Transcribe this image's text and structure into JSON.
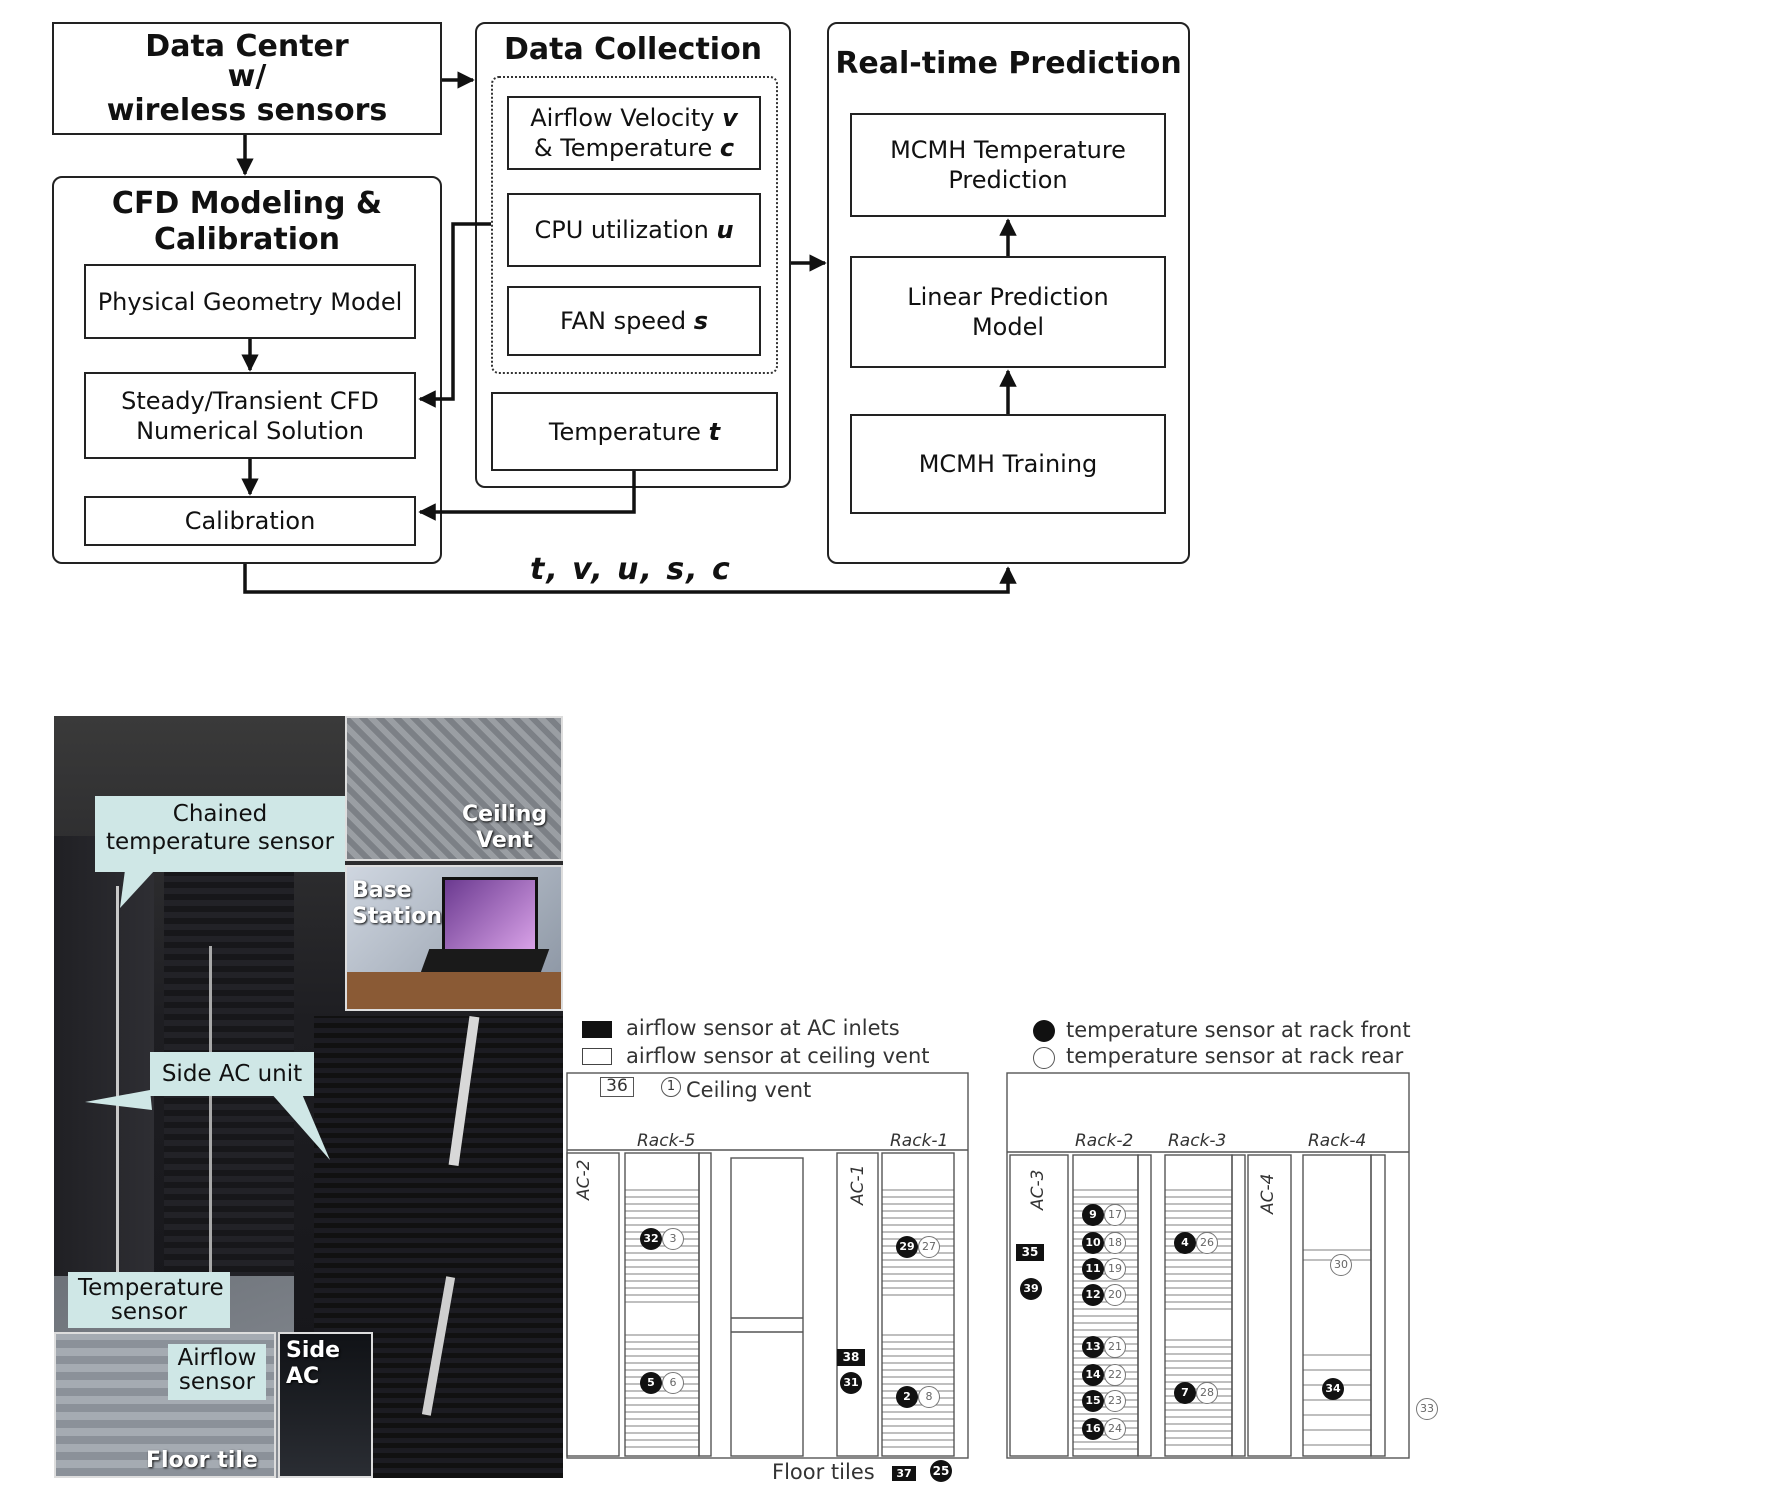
{
  "flow": {
    "data_center": {
      "line1": "Data Center",
      "line2": "w/",
      "line3": "wireless sensors"
    },
    "cfd": {
      "title_line1": "CFD Modeling &",
      "title_line2": "Calibration",
      "physical": "Physical Geometry Model",
      "steady_line1": "Steady/Transient CFD",
      "steady_line2": "Numerical Solution",
      "calibration": "Calibration"
    },
    "collection": {
      "title": "Data Collection",
      "airflow_line1": "Airflow Velocity",
      "airflow_var1": "v",
      "airflow_line2": "& Temperature",
      "airflow_var2": "c",
      "cpu_text": "CPU utilization",
      "cpu_var": "u",
      "fan_text": "FAN speed",
      "fan_var": "s",
      "temp_text": "Temperature",
      "temp_var": "t"
    },
    "prediction": {
      "title": "Real-time Prediction",
      "mcmh_pred_line1": "MCMH Temperature",
      "mcmh_pred_line2": "Prediction",
      "linear_line1": "Linear Prediction",
      "linear_line2": "Model",
      "training": "MCMH Training"
    },
    "bottom_label": "t, v, u, s, c"
  },
  "photos": {
    "chained_line1": "Chained",
    "chained_line2": "temperature sensor",
    "ceiling_line1": "Ceiling",
    "ceiling_line2": "Vent",
    "base_line1": "Base",
    "base_line2": "Station",
    "side_ac_unit": "Side AC unit",
    "temp_sensor_line1": "Temperature",
    "temp_sensor_line2": "sensor",
    "airflow_line1": "Airflow",
    "airflow_line2": "sensor",
    "floor_tile": "Floor tile",
    "side_ac_line1": "Side",
    "side_ac_line2": "AC"
  },
  "legend": {
    "airflow_ac": "airflow sensor at AC inlets",
    "airflow_ceiling": "airflow sensor at ceiling vent",
    "temp_front": "temperature sensor at rack front",
    "temp_rear": "temperature sensor at rack rear"
  },
  "floorplan": {
    "ceiling_vent": "Ceiling vent",
    "floor_tiles": "Floor tiles",
    "racks": [
      "Rack-5",
      "Rack-1",
      "Rack-2",
      "Rack-3",
      "Rack-4"
    ],
    "acs": [
      "AC-2",
      "AC-1",
      "AC-3",
      "AC-4"
    ],
    "ceiling_sensor_id": "36",
    "ceiling_temp_id": "1",
    "floor_airflow_id": "37",
    "floor_temp_id": "25",
    "left_room_sensors": [
      {
        "front": "32",
        "rear": "3"
      },
      {
        "front": "5",
        "rear": "6"
      },
      {
        "front": "29",
        "rear": "27"
      },
      {
        "front": "2",
        "rear": "8"
      },
      {
        "front": "31",
        "airflow": "38"
      }
    ],
    "right_room_sensors": {
      "rack2": [
        [
          "9",
          "17"
        ],
        [
          "10",
          "18"
        ],
        [
          "11",
          "19"
        ],
        [
          "12",
          "20"
        ],
        [
          "13",
          "21"
        ],
        [
          "14",
          "22"
        ],
        [
          "15",
          "23"
        ],
        [
          "16",
          "24"
        ]
      ],
      "rack3": [
        [
          "4",
          "26"
        ],
        [
          "7",
          "28"
        ]
      ],
      "rack4_rear": "30",
      "rack4_front": "34",
      "ac3_airflow": "35",
      "ac3_front": "39",
      "outside_rear": "33"
    }
  }
}
